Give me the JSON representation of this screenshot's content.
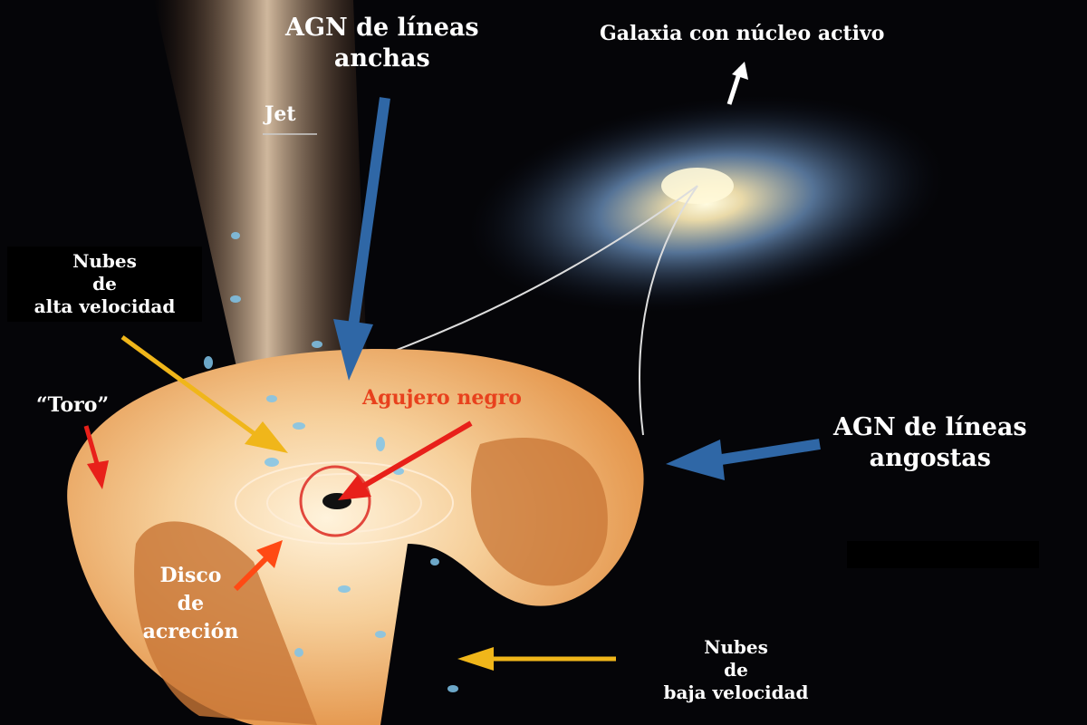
{
  "title_labels": {
    "agn_broad": [
      "AGN de líneas",
      "anchas"
    ],
    "galaxy": "Galaxia con núcleo activo",
    "jet": "Jet",
    "high_velocity_clouds": [
      "Nubes",
      "de",
      "alta velocidad"
    ],
    "torus": "“Toro”",
    "black_hole": "Agujero negro",
    "agn_narrow": [
      "AGN de líneas",
      "angostas"
    ],
    "accretion_disk": [
      "Disco",
      "de",
      "acreción"
    ],
    "low_velocity_clouds": [
      "Nubes",
      "de",
      "baja velocidad"
    ]
  },
  "colors": {
    "background": "#050508",
    "torus": "#e9a05a",
    "blue_arrow": "#2f67a6",
    "yellow_arrow": "#f0b61a",
    "red_arrow": "#e8201a",
    "black_hole_label": "#e8411d"
  }
}
